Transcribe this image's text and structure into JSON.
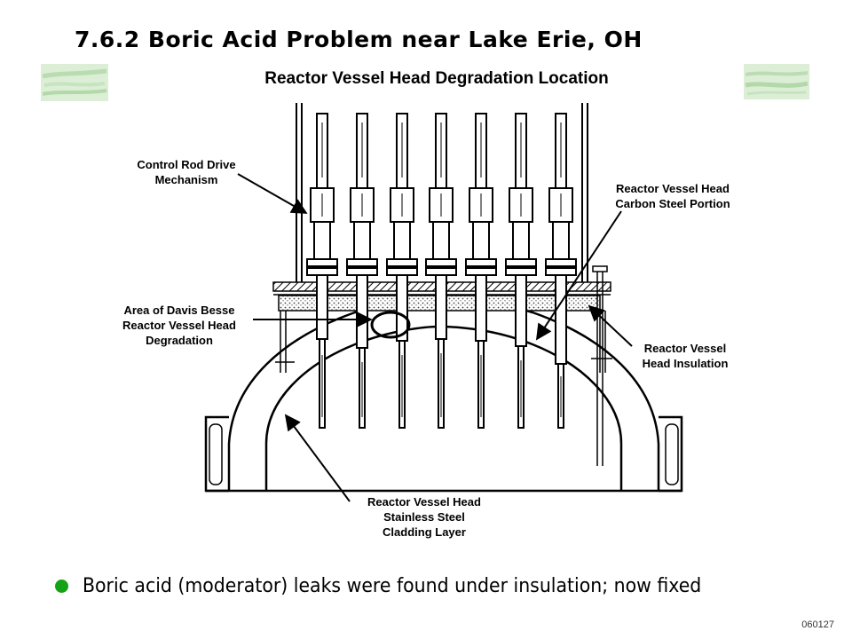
{
  "slide": {
    "title": "7.6.2 Boric Acid Problem near Lake Erie, OH",
    "number": "060127",
    "accent_color": "#14a314",
    "decoration_color": "#cfe8c9"
  },
  "diagram": {
    "title": "Reactor Vessel Head Degradation Location",
    "labels": {
      "crdm_1": "Control Rod Drive",
      "crdm_2": "Mechanism",
      "carbon_1": "Reactor Vessel Head",
      "carbon_2": "Carbon Steel Portion",
      "davis_1": "Area of Davis Besse",
      "davis_2": "Reactor Vessel Head",
      "davis_3": "Degradation",
      "insul_1": "Reactor Vessel",
      "insul_2": "Head Insulation",
      "clad_1": "Reactor Vessel Head",
      "clad_2": "Stainless Steel",
      "clad_3": "Cladding Layer"
    }
  },
  "bullets": [
    {
      "icon": "bullet-dot-icon",
      "text": "Boric acid (moderator) leaks were found under insulation; now fixed"
    }
  ]
}
